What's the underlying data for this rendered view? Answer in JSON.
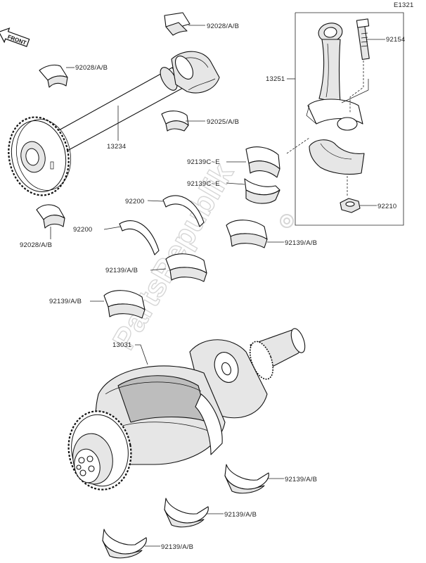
{
  "diagram_code": "E1321",
  "front_label": "FRONT",
  "watermark": "PartsRepublik",
  "labels": {
    "l92028a": "92028/A/B",
    "l92028b": "92028/A/B",
    "l92028c": "92028/A/B",
    "l92025": "92025/A/B",
    "l92154": "92154",
    "l13251": "13251",
    "l13234": "13234",
    "l92139ce1": "92139C~E",
    "l92139ce2": "92139C~E",
    "l92200a": "92200",
    "l92200b": "92200",
    "l92210": "92210",
    "l92139ab1": "92139/A/B",
    "l92139ab2": "92139/A/B",
    "l92139ab3": "92139/A/B",
    "l13031": "13031",
    "l92139ab4": "92139/A/B",
    "l92139ab5": "92139/A/B",
    "l92139ab6": "92139/A/B"
  },
  "colors": {
    "line": "#111111",
    "shade": "#bdbdbd",
    "light": "#e6e6e6",
    "watermark": "#d6d6d6"
  }
}
